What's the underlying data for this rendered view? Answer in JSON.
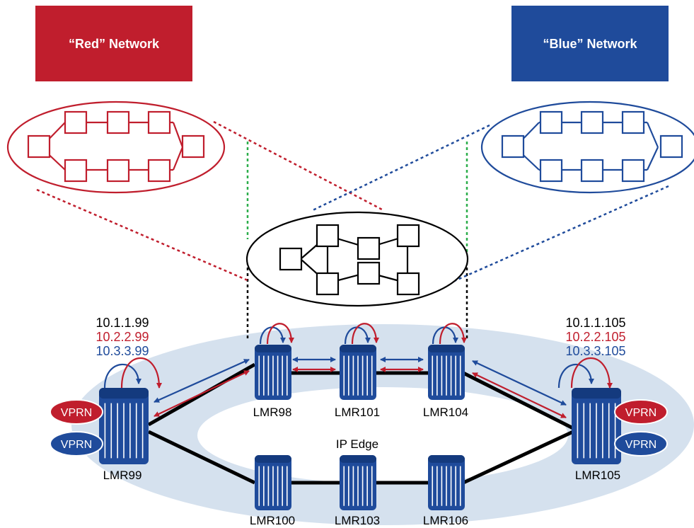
{
  "colors": {
    "red": "#C01E2D",
    "blue": "#1F4B9B",
    "black": "#000000",
    "green": "#2BAE4A",
    "ring_fill": "#D5E1EE",
    "router_fill": "#1F4B9B"
  },
  "networks": {
    "red_label": "“Red” Network",
    "blue_label": "“Blue” Network"
  },
  "routers": {
    "lmr98": "LMR98",
    "lmr99": "LMR99",
    "lmr100": "LMR100",
    "lmr101": "LMR101",
    "lmr103": "LMR103",
    "lmr104": "LMR104",
    "lmr105": "LMR105",
    "lmr106": "LMR106"
  },
  "ring_label": "IP Edge",
  "vprn_label": "VPRN",
  "addresses": {
    "left": {
      "black": "10.1.1.99",
      "red": "10.2.2.99",
      "blue": "10.3.3.99"
    },
    "right": {
      "black": "10.1.1.105",
      "red": "10.2.2.105",
      "blue": "10.3.3.105"
    }
  },
  "icons": [
    "router-icon",
    "vprn-badge",
    "topology-node",
    "arrow"
  ]
}
